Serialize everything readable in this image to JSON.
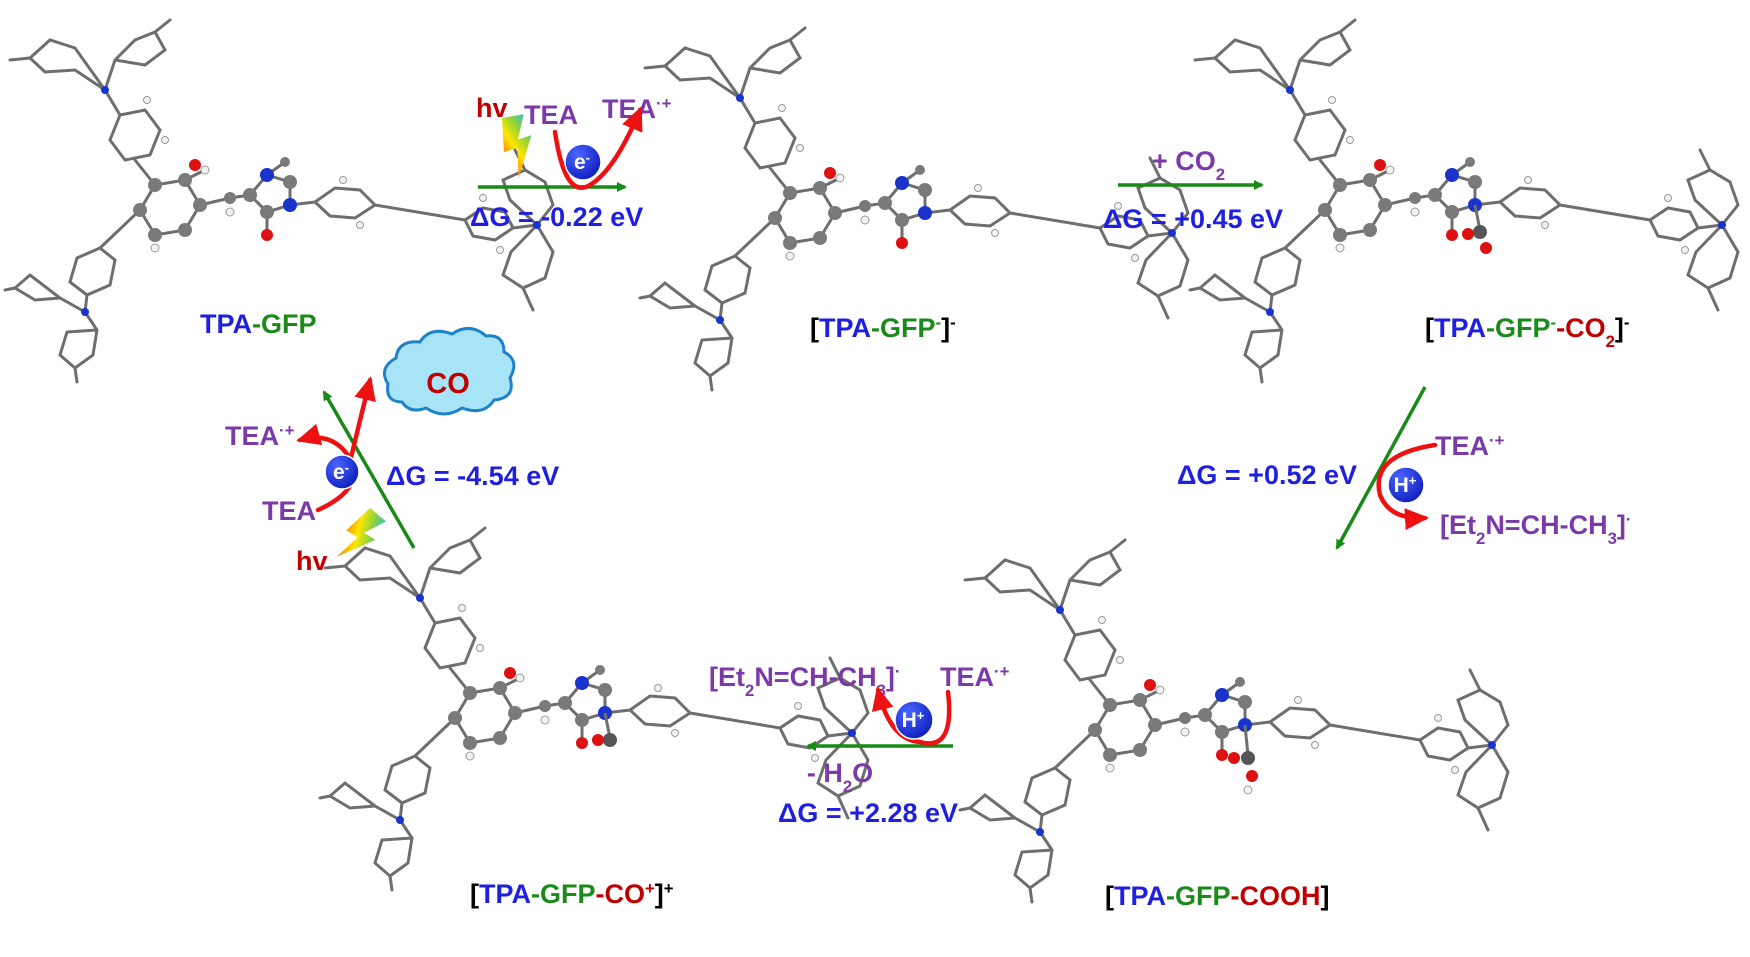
{
  "colors": {
    "blue": "#1f1fe0",
    "green": "#1a8a1a",
    "red": "#c00000",
    "purple": "#7b3aa8",
    "arrow_green": "#178a17",
    "arrow_red": "#ee1111",
    "bond_grey": "#6e6e6e",
    "atom_grey": "#7a7a7a",
    "nitrogen": "#1a33cc",
    "oxygen": "#dd1111",
    "hydrogen": "#f2f2f2",
    "cloud_fill": "#a8e4f7",
    "cloud_stroke": "#1e82c8"
  },
  "species": {
    "s1": {
      "tpa": "TPA",
      "dash": "-",
      "gfp": "GFP"
    },
    "s2": {
      "lb": "[",
      "tpa": "TPA",
      "dash": "-",
      "gfp": "GFP",
      "sup1": "-",
      "rb": "]",
      "sup2": "-"
    },
    "s3": {
      "lb": "[",
      "tpa": "TPA",
      "dash1": "-",
      "gfp": "GFP",
      "sup1": "-",
      "dash2": "-",
      "co": "CO",
      "sub": "2",
      "rb": "]",
      "sup2": "-"
    },
    "s4": {
      "lb": "[",
      "tpa": "TPA",
      "dash1": "-",
      "gfp": "GFP",
      "dash2": "-",
      "cooh": "COOH",
      "rb": "]"
    },
    "s5": {
      "lb": "[",
      "tpa": "TPA",
      "dash1": "-",
      "gfp": "GFP",
      "dash2": "-",
      "co": "CO",
      "sup1": "+",
      "rb": "]",
      "sup2": "+"
    }
  },
  "steps": {
    "step1": {
      "hv": "hv",
      "tea": "TEA",
      "tea_rad": "TEA",
      "tea_rad_sup": "·+",
      "electron": "e",
      "electron_sup": "-",
      "dg": "ΔG = -0.22 eV"
    },
    "step2": {
      "reagent": "+ CO",
      "reagent_sub": "2",
      "dg": "ΔG = +0.45 eV"
    },
    "step3": {
      "dg": "ΔG = +0.52 eV",
      "tea_rad": "TEA",
      "tea_rad_sup": "·+",
      "proton": "H",
      "proton_sup": "+",
      "imine_pre": "[Et",
      "imine_sub1": "2",
      "imine_mid": "N=CH-CH",
      "imine_sub2": "3",
      "imine_post": "]",
      "imine_sup": "·"
    },
    "step4": {
      "imine_pre": "[Et",
      "imine_sub1": "2",
      "imine_mid": "N=CH-CH",
      "imine_sub2": "3",
      "imine_post": "]",
      "imine_sup": "·",
      "tea_rad": "TEA",
      "tea_rad_sup": "·+",
      "proton": "H",
      "proton_sup": "+",
      "loss_pre": "- H",
      "loss_sub": "2",
      "loss_post": "O",
      "dg": "ΔG = +2.28 eV"
    },
    "step5": {
      "product": "CO",
      "tea_rad": "TEA",
      "tea_rad_sup": "·+",
      "electron": "e",
      "electron_sup": "-",
      "dg": "ΔG = -4.54 eV",
      "tea": "TEA",
      "hv": "hv"
    }
  }
}
